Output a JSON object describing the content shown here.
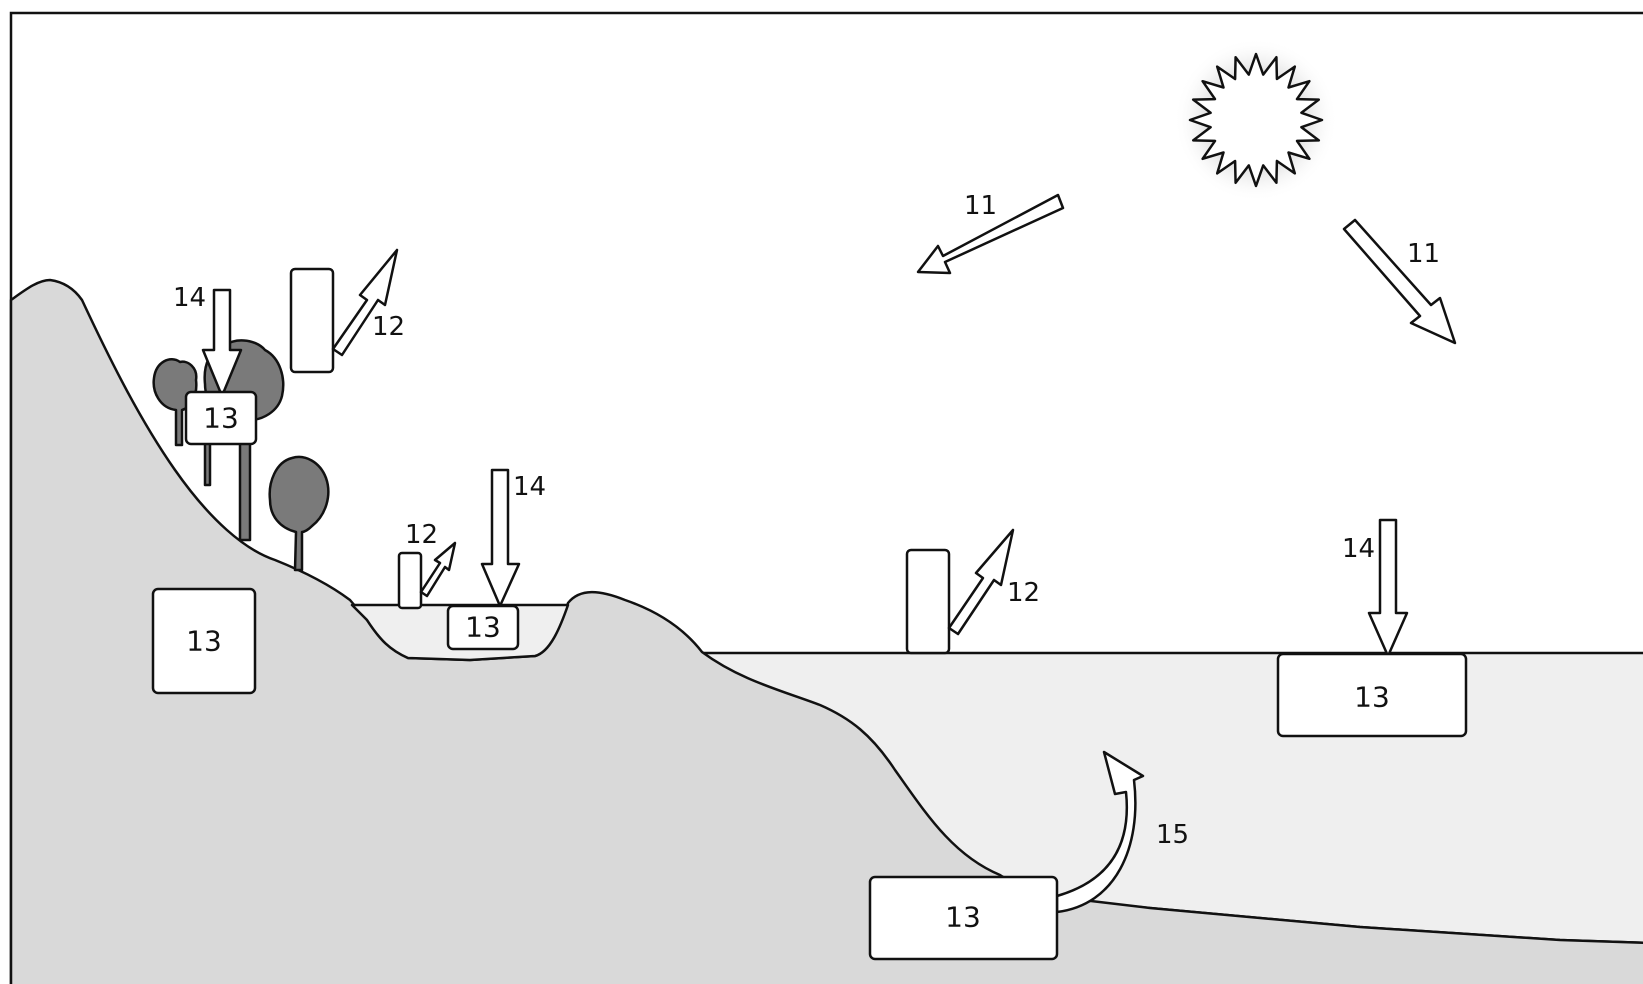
{
  "diagram": {
    "labels": {
      "solar_radiation": "11",
      "evaporation": "12",
      "reservoir": "13",
      "precipitation": "14",
      "upwelling": "15"
    }
  },
  "colors": {
    "land": "#d9d9d9",
    "water": "#efefef",
    "trees": "#7a7a7a",
    "outline": "#111111",
    "sun_glow": "#bdbdbd"
  }
}
